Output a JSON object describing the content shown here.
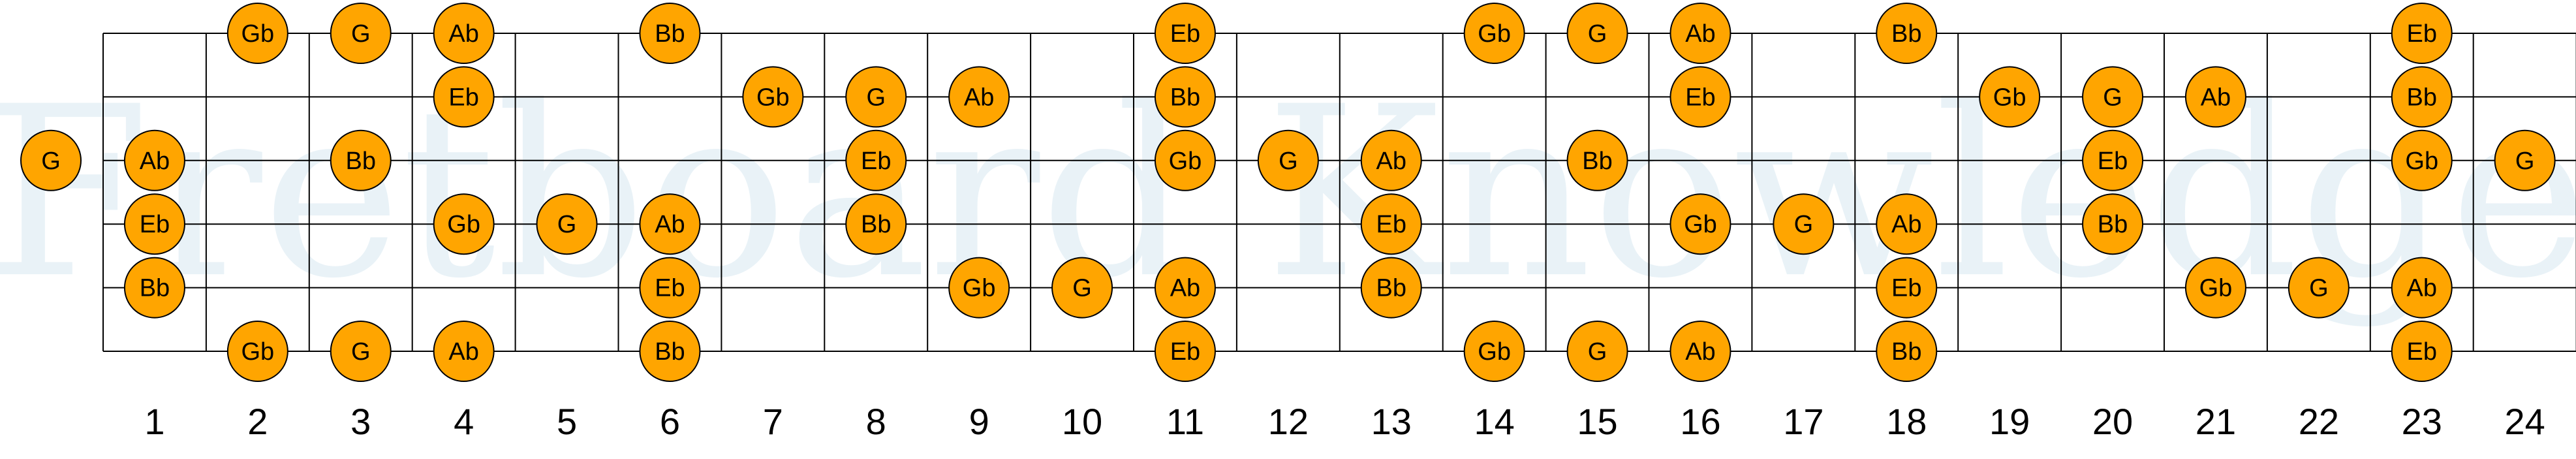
{
  "watermark": "Fretboard Knowledge",
  "fret_numbers": [
    "1",
    "2",
    "3",
    "4",
    "5",
    "6",
    "7",
    "8",
    "9",
    "10",
    "11",
    "12",
    "13",
    "14",
    "15",
    "16",
    "17",
    "18",
    "19",
    "20",
    "21",
    "22",
    "23",
    "24"
  ],
  "strings": 6,
  "colors": {
    "note_fill": "#ffa500",
    "note_stroke": "#000000",
    "grid": "#000000",
    "watermark": "#bcd9e8"
  },
  "notes": [
    {
      "string": 1,
      "fret": 2,
      "label": "Gb"
    },
    {
      "string": 1,
      "fret": 3,
      "label": "G"
    },
    {
      "string": 1,
      "fret": 4,
      "label": "Ab"
    },
    {
      "string": 1,
      "fret": 6,
      "label": "Bb"
    },
    {
      "string": 1,
      "fret": 11,
      "label": "Eb"
    },
    {
      "string": 1,
      "fret": 14,
      "label": "Gb"
    },
    {
      "string": 1,
      "fret": 15,
      "label": "G"
    },
    {
      "string": 1,
      "fret": 16,
      "label": "Ab"
    },
    {
      "string": 1,
      "fret": 18,
      "label": "Bb"
    },
    {
      "string": 1,
      "fret": 23,
      "label": "Eb"
    },
    {
      "string": 2,
      "fret": 4,
      "label": "Eb"
    },
    {
      "string": 2,
      "fret": 7,
      "label": "Gb"
    },
    {
      "string": 2,
      "fret": 8,
      "label": "G"
    },
    {
      "string": 2,
      "fret": 9,
      "label": "Ab"
    },
    {
      "string": 2,
      "fret": 11,
      "label": "Bb"
    },
    {
      "string": 2,
      "fret": 16,
      "label": "Eb"
    },
    {
      "string": 2,
      "fret": 19,
      "label": "Gb"
    },
    {
      "string": 2,
      "fret": 20,
      "label": "G"
    },
    {
      "string": 2,
      "fret": 21,
      "label": "Ab"
    },
    {
      "string": 2,
      "fret": 23,
      "label": "Bb"
    },
    {
      "string": 3,
      "fret": 0,
      "label": "G"
    },
    {
      "string": 3,
      "fret": 1,
      "label": "Ab"
    },
    {
      "string": 3,
      "fret": 3,
      "label": "Bb"
    },
    {
      "string": 3,
      "fret": 8,
      "label": "Eb"
    },
    {
      "string": 3,
      "fret": 11,
      "label": "Gb"
    },
    {
      "string": 3,
      "fret": 12,
      "label": "G"
    },
    {
      "string": 3,
      "fret": 13,
      "label": "Ab"
    },
    {
      "string": 3,
      "fret": 15,
      "label": "Bb"
    },
    {
      "string": 3,
      "fret": 20,
      "label": "Eb"
    },
    {
      "string": 3,
      "fret": 23,
      "label": "Gb"
    },
    {
      "string": 3,
      "fret": 24,
      "label": "G"
    },
    {
      "string": 4,
      "fret": 1,
      "label": "Eb"
    },
    {
      "string": 4,
      "fret": 4,
      "label": "Gb"
    },
    {
      "string": 4,
      "fret": 5,
      "label": "G"
    },
    {
      "string": 4,
      "fret": 6,
      "label": "Ab"
    },
    {
      "string": 4,
      "fret": 8,
      "label": "Bb"
    },
    {
      "string": 4,
      "fret": 13,
      "label": "Eb"
    },
    {
      "string": 4,
      "fret": 16,
      "label": "Gb"
    },
    {
      "string": 4,
      "fret": 17,
      "label": "G"
    },
    {
      "string": 4,
      "fret": 18,
      "label": "Ab"
    },
    {
      "string": 4,
      "fret": 20,
      "label": "Bb"
    },
    {
      "string": 5,
      "fret": 1,
      "label": "Bb"
    },
    {
      "string": 5,
      "fret": 6,
      "label": "Eb"
    },
    {
      "string": 5,
      "fret": 9,
      "label": "Gb"
    },
    {
      "string": 5,
      "fret": 10,
      "label": "G"
    },
    {
      "string": 5,
      "fret": 11,
      "label": "Ab"
    },
    {
      "string": 5,
      "fret": 13,
      "label": "Bb"
    },
    {
      "string": 5,
      "fret": 18,
      "label": "Eb"
    },
    {
      "string": 5,
      "fret": 21,
      "label": "Gb"
    },
    {
      "string": 5,
      "fret": 22,
      "label": "G"
    },
    {
      "string": 5,
      "fret": 23,
      "label": "Ab"
    },
    {
      "string": 6,
      "fret": 2,
      "label": "Gb"
    },
    {
      "string": 6,
      "fret": 3,
      "label": "G"
    },
    {
      "string": 6,
      "fret": 4,
      "label": "Ab"
    },
    {
      "string": 6,
      "fret": 6,
      "label": "Bb"
    },
    {
      "string": 6,
      "fret": 11,
      "label": "Eb"
    },
    {
      "string": 6,
      "fret": 14,
      "label": "Gb"
    },
    {
      "string": 6,
      "fret": 15,
      "label": "G"
    },
    {
      "string": 6,
      "fret": 16,
      "label": "Ab"
    },
    {
      "string": 6,
      "fret": 18,
      "label": "Bb"
    },
    {
      "string": 6,
      "fret": 23,
      "label": "Eb"
    }
  ]
}
